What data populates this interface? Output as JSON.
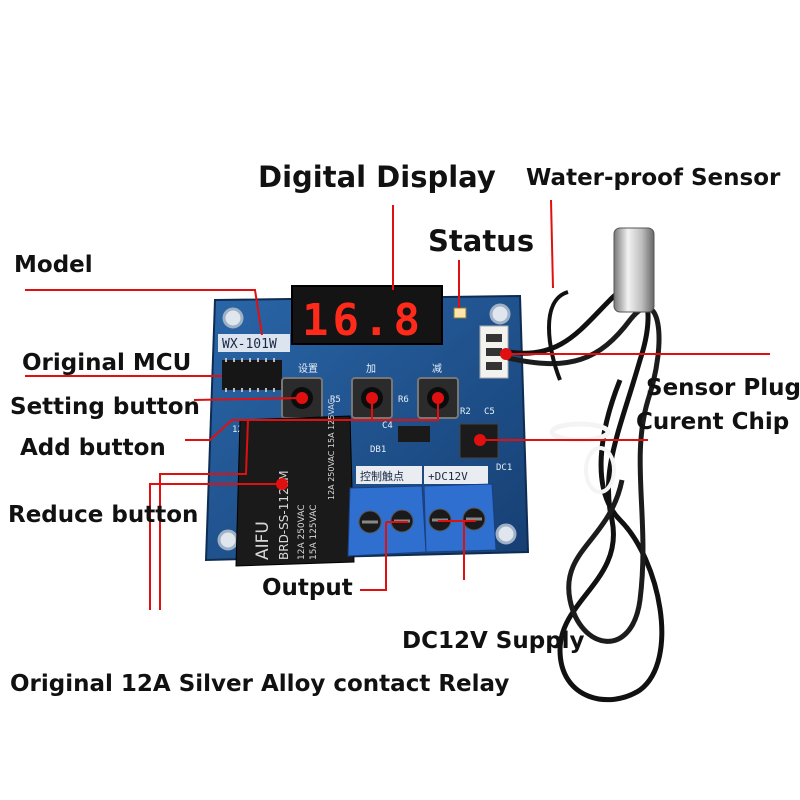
{
  "labels": {
    "digital_display": "Digital Display",
    "waterproof_sensor": "Water-proof Sensor",
    "status": "Status",
    "model": "Model",
    "original_mcu": "Original MCU",
    "setting_button": "Setting button",
    "add_button": "Add button",
    "reduce_button": "Reduce button",
    "sensor_plug": "Sensor Plug",
    "current_chip": "Curent Chip",
    "output": "Output",
    "dc12v_supply": "DC12V Supply",
    "relay": "Original 12A Silver Alloy contact Relay"
  },
  "board": {
    "model_code": "WX-101W",
    "display_value": "16.8",
    "btn_set_label": "设置",
    "btn_add_label": "加",
    "btn_reduce_label": "减",
    "relay_brand": "AIFU",
    "relay_model": "BRD-SS-112LM",
    "relay_rating_1": "12A 250VAC",
    "relay_rating_2": "15A 125VAC",
    "relay_rating_3": "12A 250VAC 15A 125VAC",
    "terminal_output_label": "控制触点",
    "terminal_power_label": "+DC12V",
    "r5": "R5",
    "r6": "R6",
    "r2": "R2",
    "c5": "C5",
    "c4": "C4",
    "db1": "DB1",
    "dc1": "DC1",
    "num12": "12"
  },
  "colors": {
    "pcb": "#1f4f8c",
    "display_red": "#ff2a1a",
    "terminal_blue": "#2f6fd0",
    "pointer_red": "#e01010",
    "relay_body": "#1a1a1a"
  }
}
